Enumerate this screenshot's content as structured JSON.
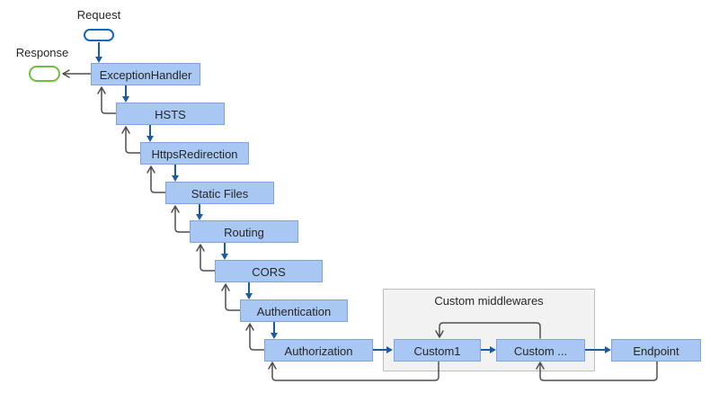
{
  "diagram": {
    "terminators": {
      "request": {
        "label": "Request"
      },
      "response": {
        "label": "Response"
      }
    },
    "nodes": [
      {
        "id": "exception-handler",
        "label": "ExceptionHandler"
      },
      {
        "id": "hsts",
        "label": "HSTS"
      },
      {
        "id": "https-redirection",
        "label": "HttpsRedirection"
      },
      {
        "id": "static-files",
        "label": "Static Files"
      },
      {
        "id": "routing",
        "label": "Routing"
      },
      {
        "id": "cors",
        "label": "CORS"
      },
      {
        "id": "authentication",
        "label": "Authentication"
      },
      {
        "id": "authorization",
        "label": "Authorization"
      },
      {
        "id": "custom1",
        "label": "Custom1"
      },
      {
        "id": "custom-more",
        "label": "Custom ..."
      },
      {
        "id": "endpoint",
        "label": "Endpoint"
      }
    ],
    "group": {
      "label": "Custom middlewares"
    },
    "edges": [
      {
        "from": "request",
        "to": "exception-handler",
        "kind": "forward"
      },
      {
        "from": "exception-handler",
        "to": "response",
        "kind": "return"
      },
      {
        "from": "exception-handler",
        "to": "hsts",
        "kind": "forward"
      },
      {
        "from": "hsts",
        "to": "exception-handler",
        "kind": "return"
      },
      {
        "from": "hsts",
        "to": "https-redirection",
        "kind": "forward"
      },
      {
        "from": "https-redirection",
        "to": "hsts",
        "kind": "return"
      },
      {
        "from": "https-redirection",
        "to": "static-files",
        "kind": "forward"
      },
      {
        "from": "static-files",
        "to": "https-redirection",
        "kind": "return"
      },
      {
        "from": "static-files",
        "to": "routing",
        "kind": "forward"
      },
      {
        "from": "routing",
        "to": "static-files",
        "kind": "return"
      },
      {
        "from": "routing",
        "to": "cors",
        "kind": "forward"
      },
      {
        "from": "cors",
        "to": "routing",
        "kind": "return"
      },
      {
        "from": "cors",
        "to": "authentication",
        "kind": "forward"
      },
      {
        "from": "authentication",
        "to": "cors",
        "kind": "return"
      },
      {
        "from": "authentication",
        "to": "authorization",
        "kind": "forward"
      },
      {
        "from": "authorization",
        "to": "authentication",
        "kind": "return"
      },
      {
        "from": "authorization",
        "to": "custom1",
        "kind": "forward"
      },
      {
        "from": "custom1",
        "to": "authorization",
        "kind": "return"
      },
      {
        "from": "custom1",
        "to": "custom-more",
        "kind": "forward"
      },
      {
        "from": "custom-more",
        "to": "custom1",
        "kind": "return"
      },
      {
        "from": "custom-more",
        "to": "endpoint",
        "kind": "forward"
      },
      {
        "from": "endpoint",
        "to": "custom-more",
        "kind": "return"
      }
    ],
    "colors": {
      "node-fill": "#a9c7f3",
      "node-border": "#7ea3dd",
      "flow-arrow": "#1b5ba6",
      "return-arrow": "#4f4f4f",
      "request-outline": "#1266c2",
      "response-outline": "#6fbf3e",
      "group-fill": "#f2f2f2",
      "group-border": "#bdbdbd",
      "text": "#262626",
      "background": "#ffffff"
    }
  }
}
